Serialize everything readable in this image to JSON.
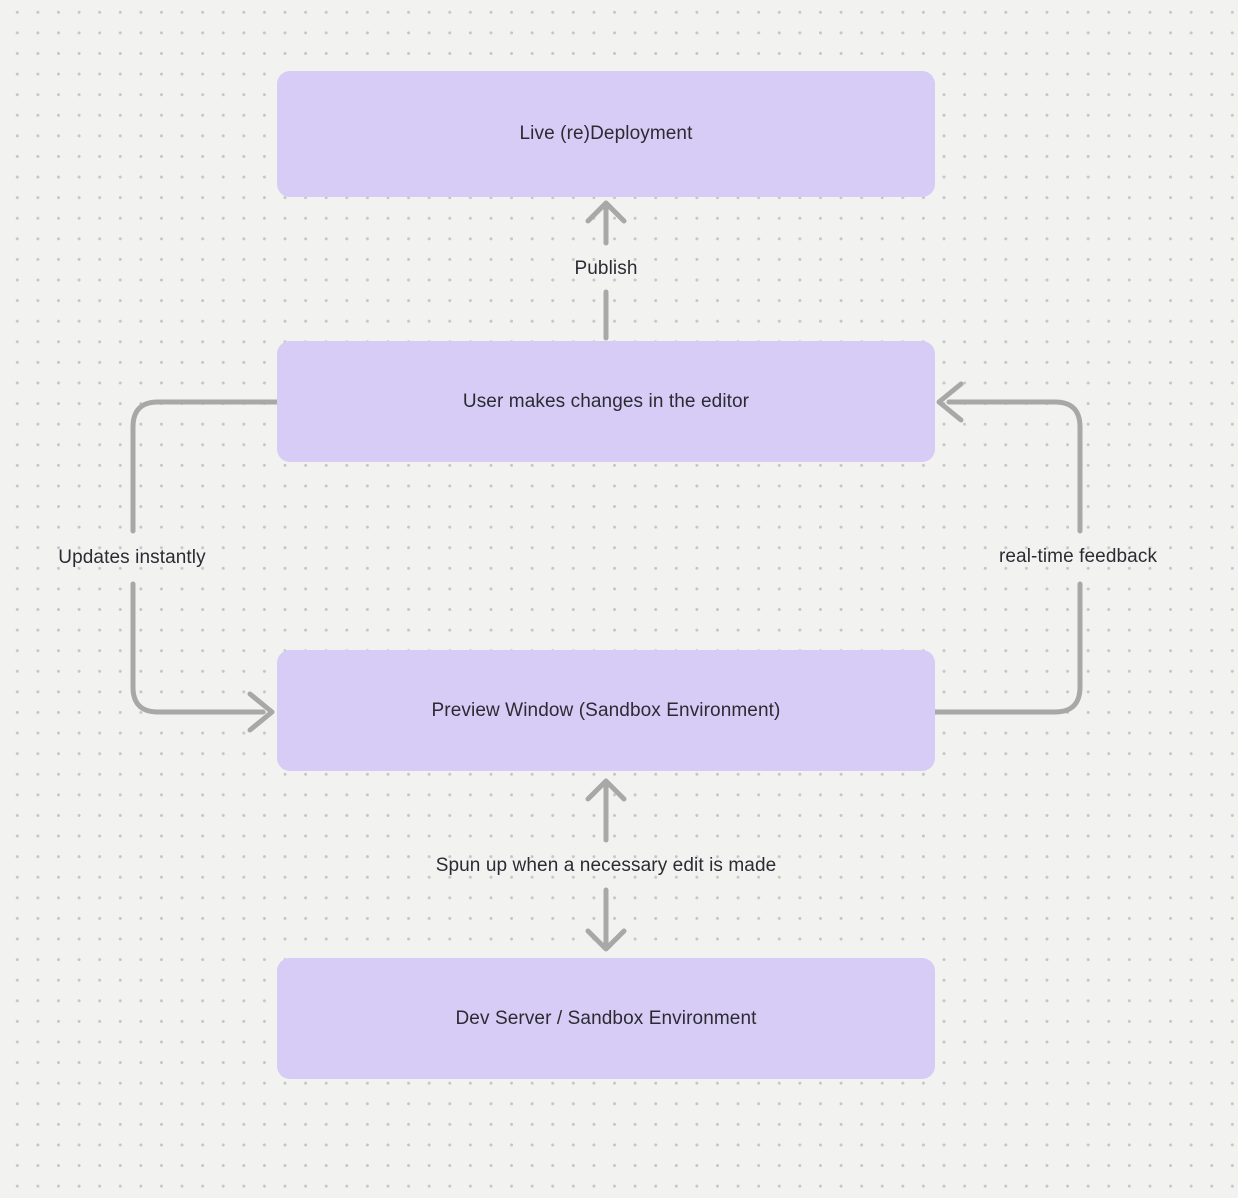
{
  "nodes": [
    {
      "id": "live-deployment",
      "label": "Live (re)Deployment"
    },
    {
      "id": "user-editor",
      "label": "User makes changes in the editor"
    },
    {
      "id": "preview-window",
      "label": "Preview Window (Sandbox Environment)"
    },
    {
      "id": "dev-server",
      "label": "Dev Server / Sandbox Environment"
    }
  ],
  "edges": [
    {
      "id": "publish",
      "label": "Publish",
      "from": "user-editor",
      "to": "live-deployment",
      "direction": "up"
    },
    {
      "id": "updates-instantly",
      "label": "Updates instantly",
      "from": "user-editor",
      "to": "preview-window",
      "direction": "left-loop-down"
    },
    {
      "id": "real-time-feedback",
      "label": "real-time feedback",
      "from": "preview-window",
      "to": "user-editor",
      "direction": "right-loop-up"
    },
    {
      "id": "spun-up",
      "label": "Spun up when a necessary edit is made",
      "from": "preview-window",
      "to": "dev-server",
      "direction": "bidirectional"
    }
  ],
  "colors": {
    "background": "#f2f2f1",
    "grid_dot": "#c6c6c6",
    "node_fill": "#d7ccf5",
    "node_text": "#2b2b33",
    "edge_stroke": "#a8a8a8",
    "edge_label_text": "#2b2b33"
  }
}
